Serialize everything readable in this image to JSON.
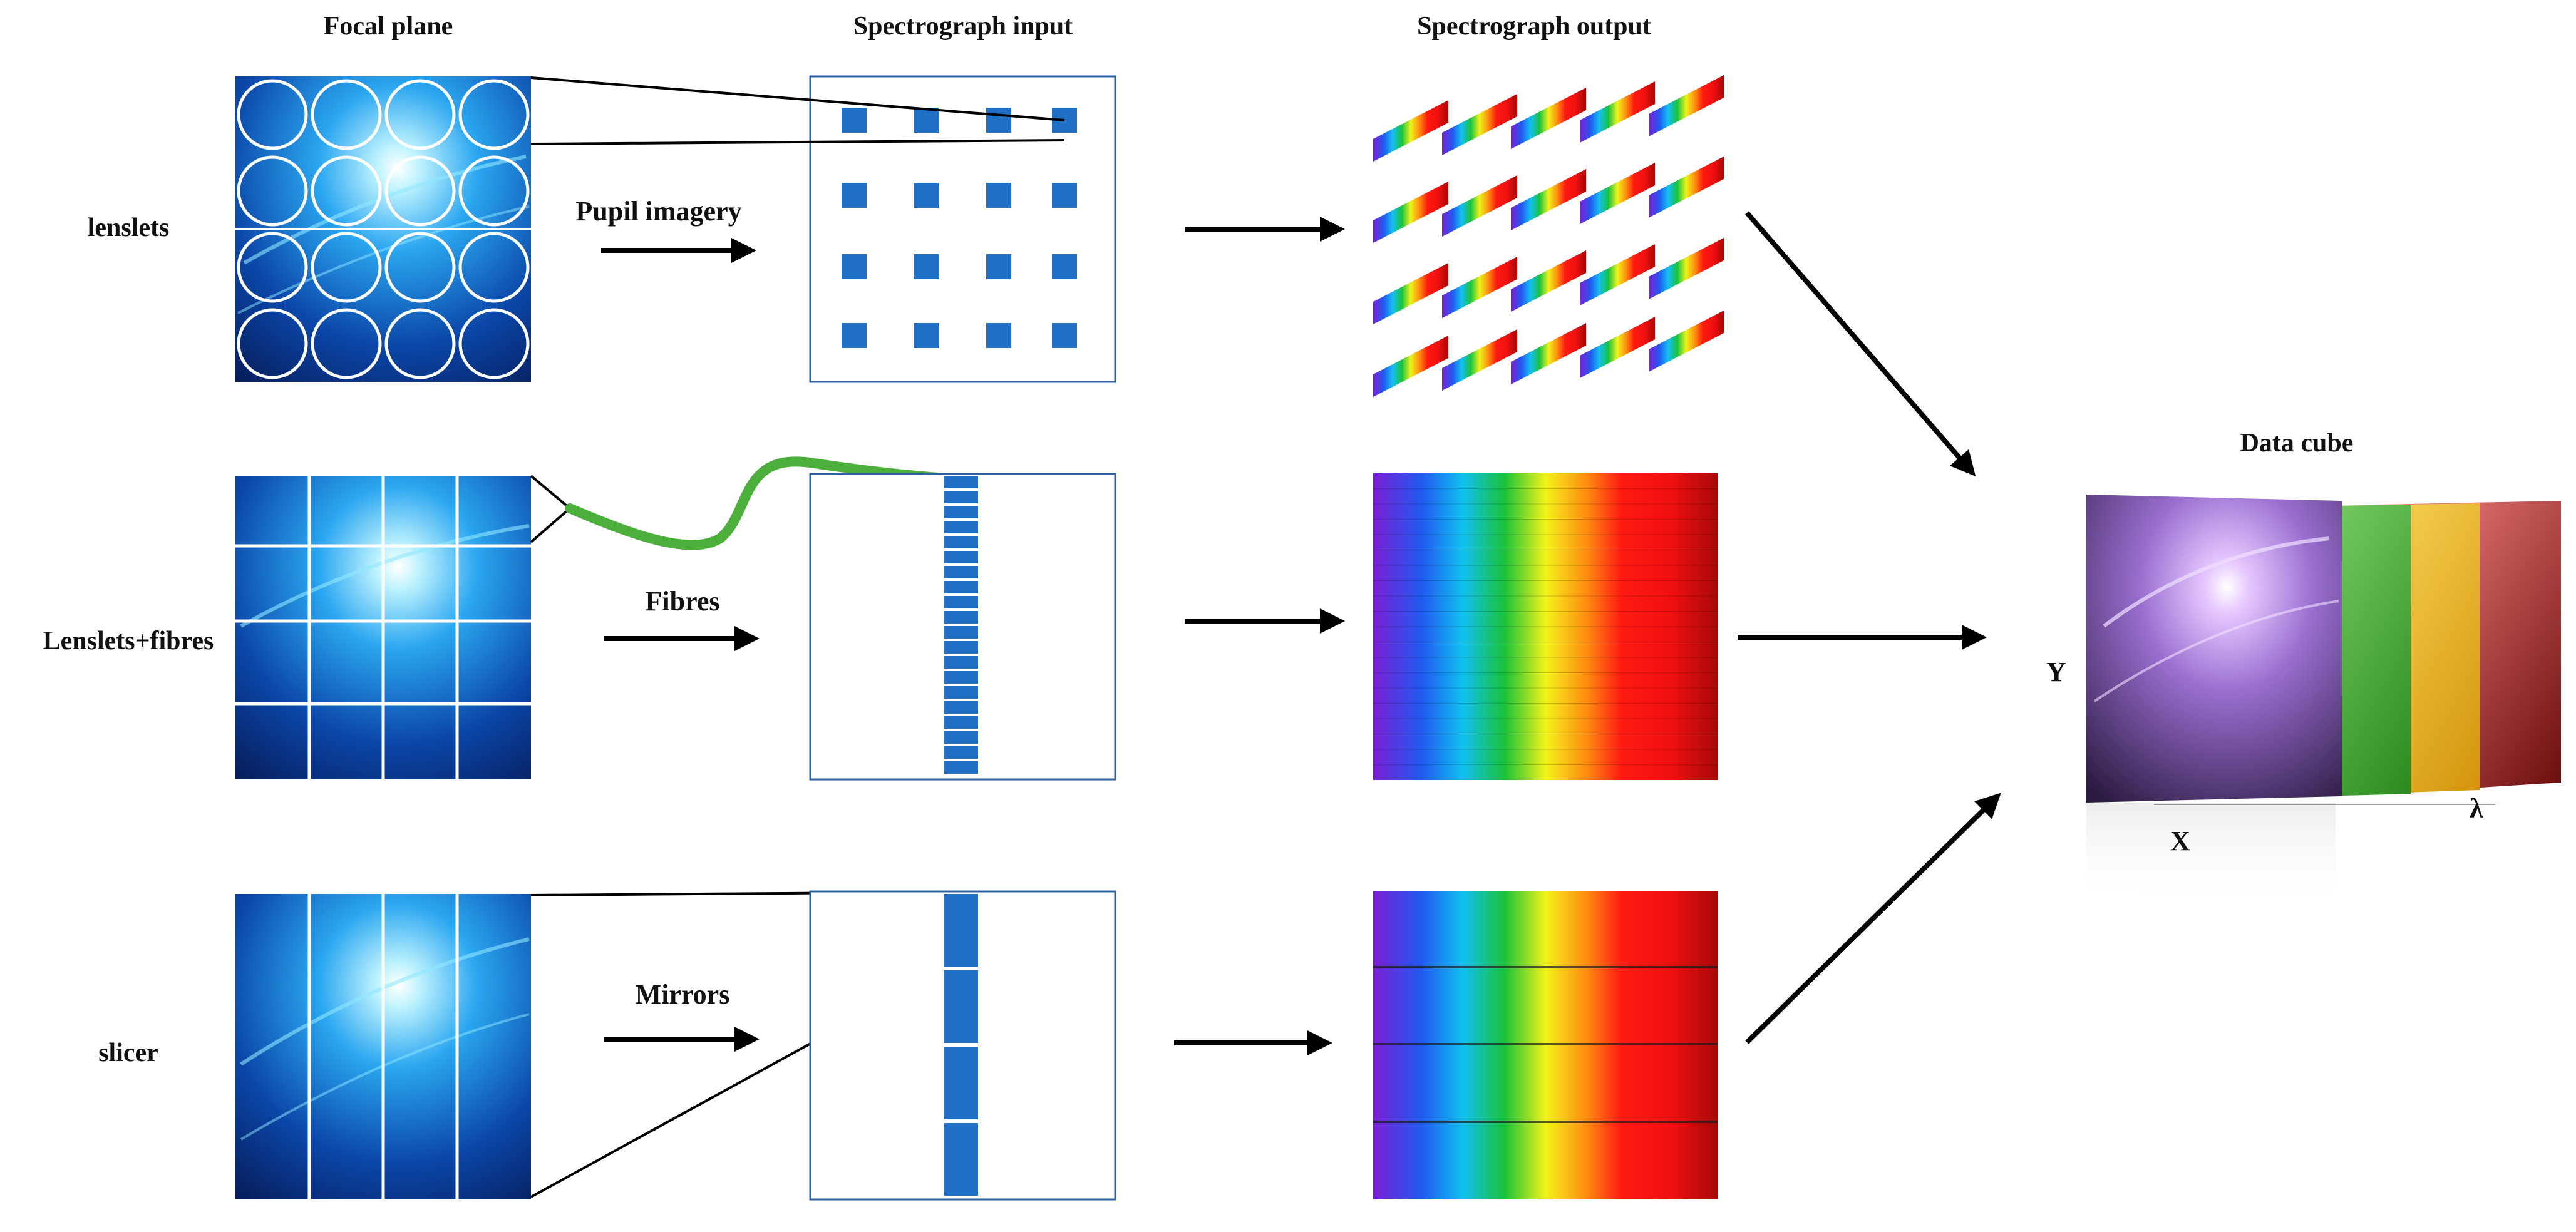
{
  "columns": {
    "focal_plane": "Focal plane",
    "spectrograph_input": "Spectrograph input",
    "spectrograph_output": "Spectrograph output"
  },
  "rows": {
    "lenslets": {
      "label": "lenslets",
      "arrow_label": "Pupil imagery"
    },
    "lenslets_fibres": {
      "label": "Lenslets+fibres",
      "arrow_label": "Fibres"
    },
    "slicer": {
      "label": "slicer",
      "arrow_label": "Mirrors"
    }
  },
  "data_cube": {
    "title": "Data cube",
    "axis_x": "X",
    "axis_y": "Y",
    "axis_lambda": "λ"
  },
  "colors": {
    "input_blue": "#1f6fc5",
    "fibre_green": "#4caf3c",
    "spectrum": [
      "#7a1fd6",
      "#1f5af0",
      "#12c0f0",
      "#19c23a",
      "#f2f21a",
      "#ff7a10",
      "#ff1a12",
      "#b00a0a"
    ]
  }
}
